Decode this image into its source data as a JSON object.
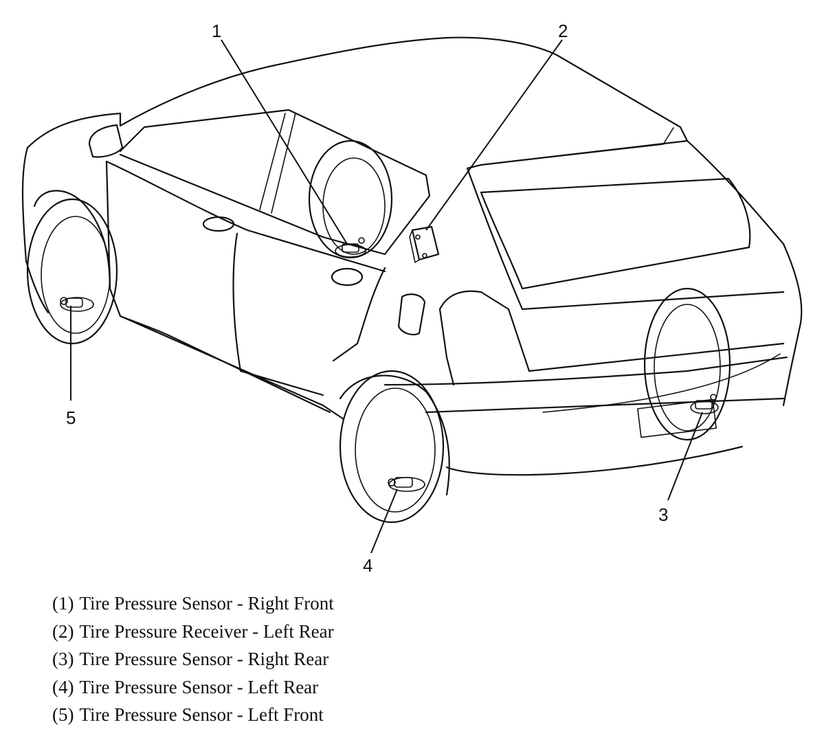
{
  "callouts": [
    {
      "number": "1"
    },
    {
      "number": "2"
    },
    {
      "number": "3"
    },
    {
      "number": "4"
    },
    {
      "number": "5"
    }
  ],
  "legend": [
    {
      "index": "(1)",
      "text": "Tire Pressure Sensor - Right Front"
    },
    {
      "index": "(2)",
      "text": "Tire Pressure Receiver - Left Rear"
    },
    {
      "index": "(3)",
      "text": "Tire Pressure Sensor - Right Rear"
    },
    {
      "index": "(4)",
      "text": "Tire Pressure Sensor - Left Rear"
    },
    {
      "index": "(5)",
      "text": "Tire Pressure Sensor - Left Front"
    }
  ]
}
